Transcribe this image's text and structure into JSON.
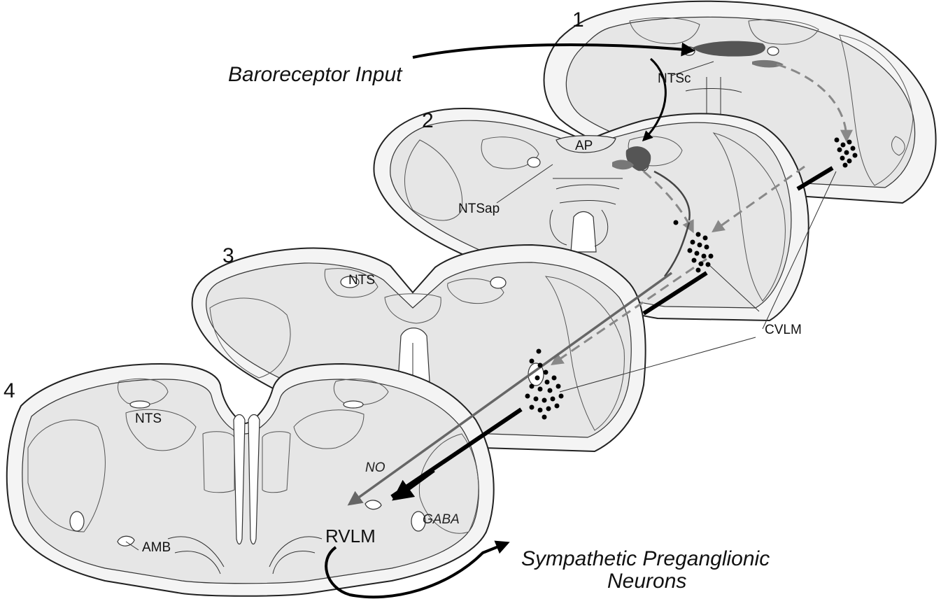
{
  "section_numbers": [
    "1",
    "2",
    "3",
    "4"
  ],
  "labels": {
    "baroreceptor_input": "Baroreceptor Input",
    "ntsc": "NTSc",
    "ap": "AP",
    "ntsap": "NTSap",
    "nts_section3": "NTS",
    "nts_section4": "NTS",
    "cvlm": "CVLM",
    "amb": "AMB",
    "rvlm": "RVLM",
    "no": "NO",
    "gaba": "GABA",
    "output_line1": "Sympathetic Preganglionic",
    "output_line2": "Neurons"
  },
  "colors": {
    "section_fill": "#f4f4f4",
    "gray_matter": "#e6e6e6",
    "outline": "#222222",
    "nts_region": "#555555",
    "no_pathway": "#666666",
    "dashed_pathway": "#888888",
    "gaba_pathway": "#000000",
    "neuron_dots": "#000000"
  }
}
